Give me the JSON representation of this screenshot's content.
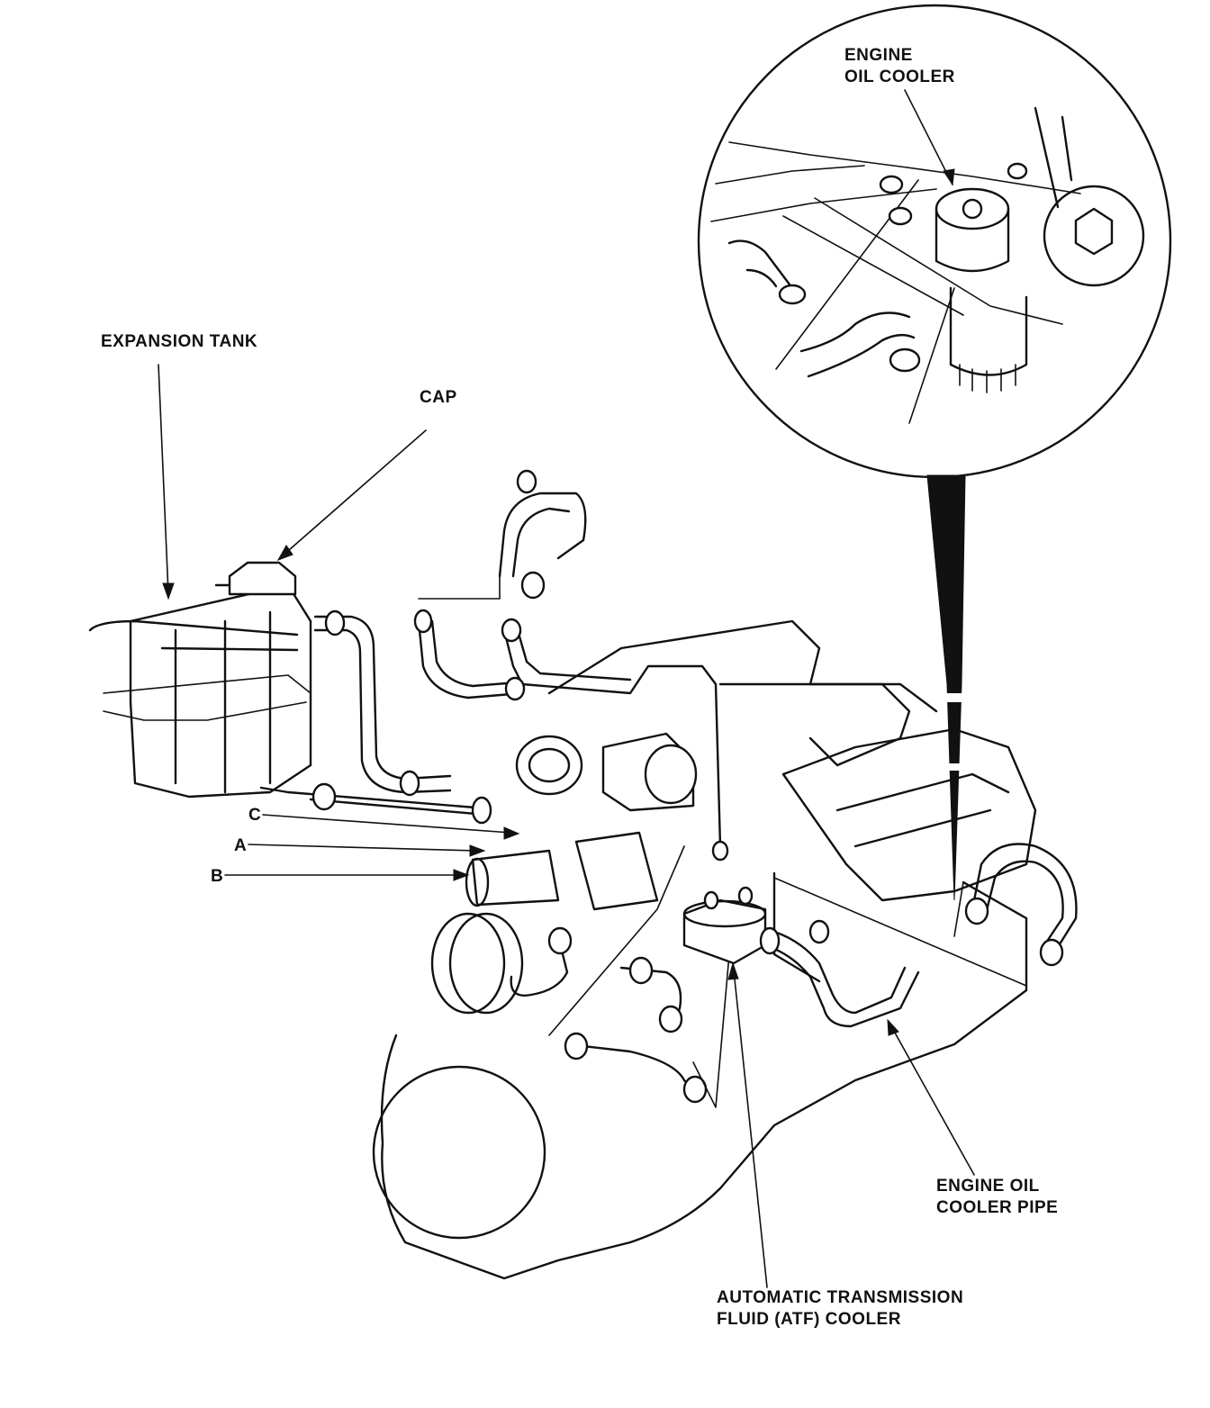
{
  "labels": {
    "engine_oil_cooler": [
      "ENGINE",
      "OIL COOLER"
    ],
    "expansion_tank": "EXPANSION TANK",
    "cap": "CAP",
    "c": "C",
    "a": "A",
    "b": "B",
    "engine_oil_cooler_pipe": [
      "ENGINE OIL",
      "COOLER PIPE"
    ],
    "atf_cooler": [
      "AUTOMATIC TRANSMISSION",
      "FLUID (ATF) COOLER"
    ]
  },
  "colors": {
    "ink": "#111111",
    "paper": "#ffffff"
  }
}
